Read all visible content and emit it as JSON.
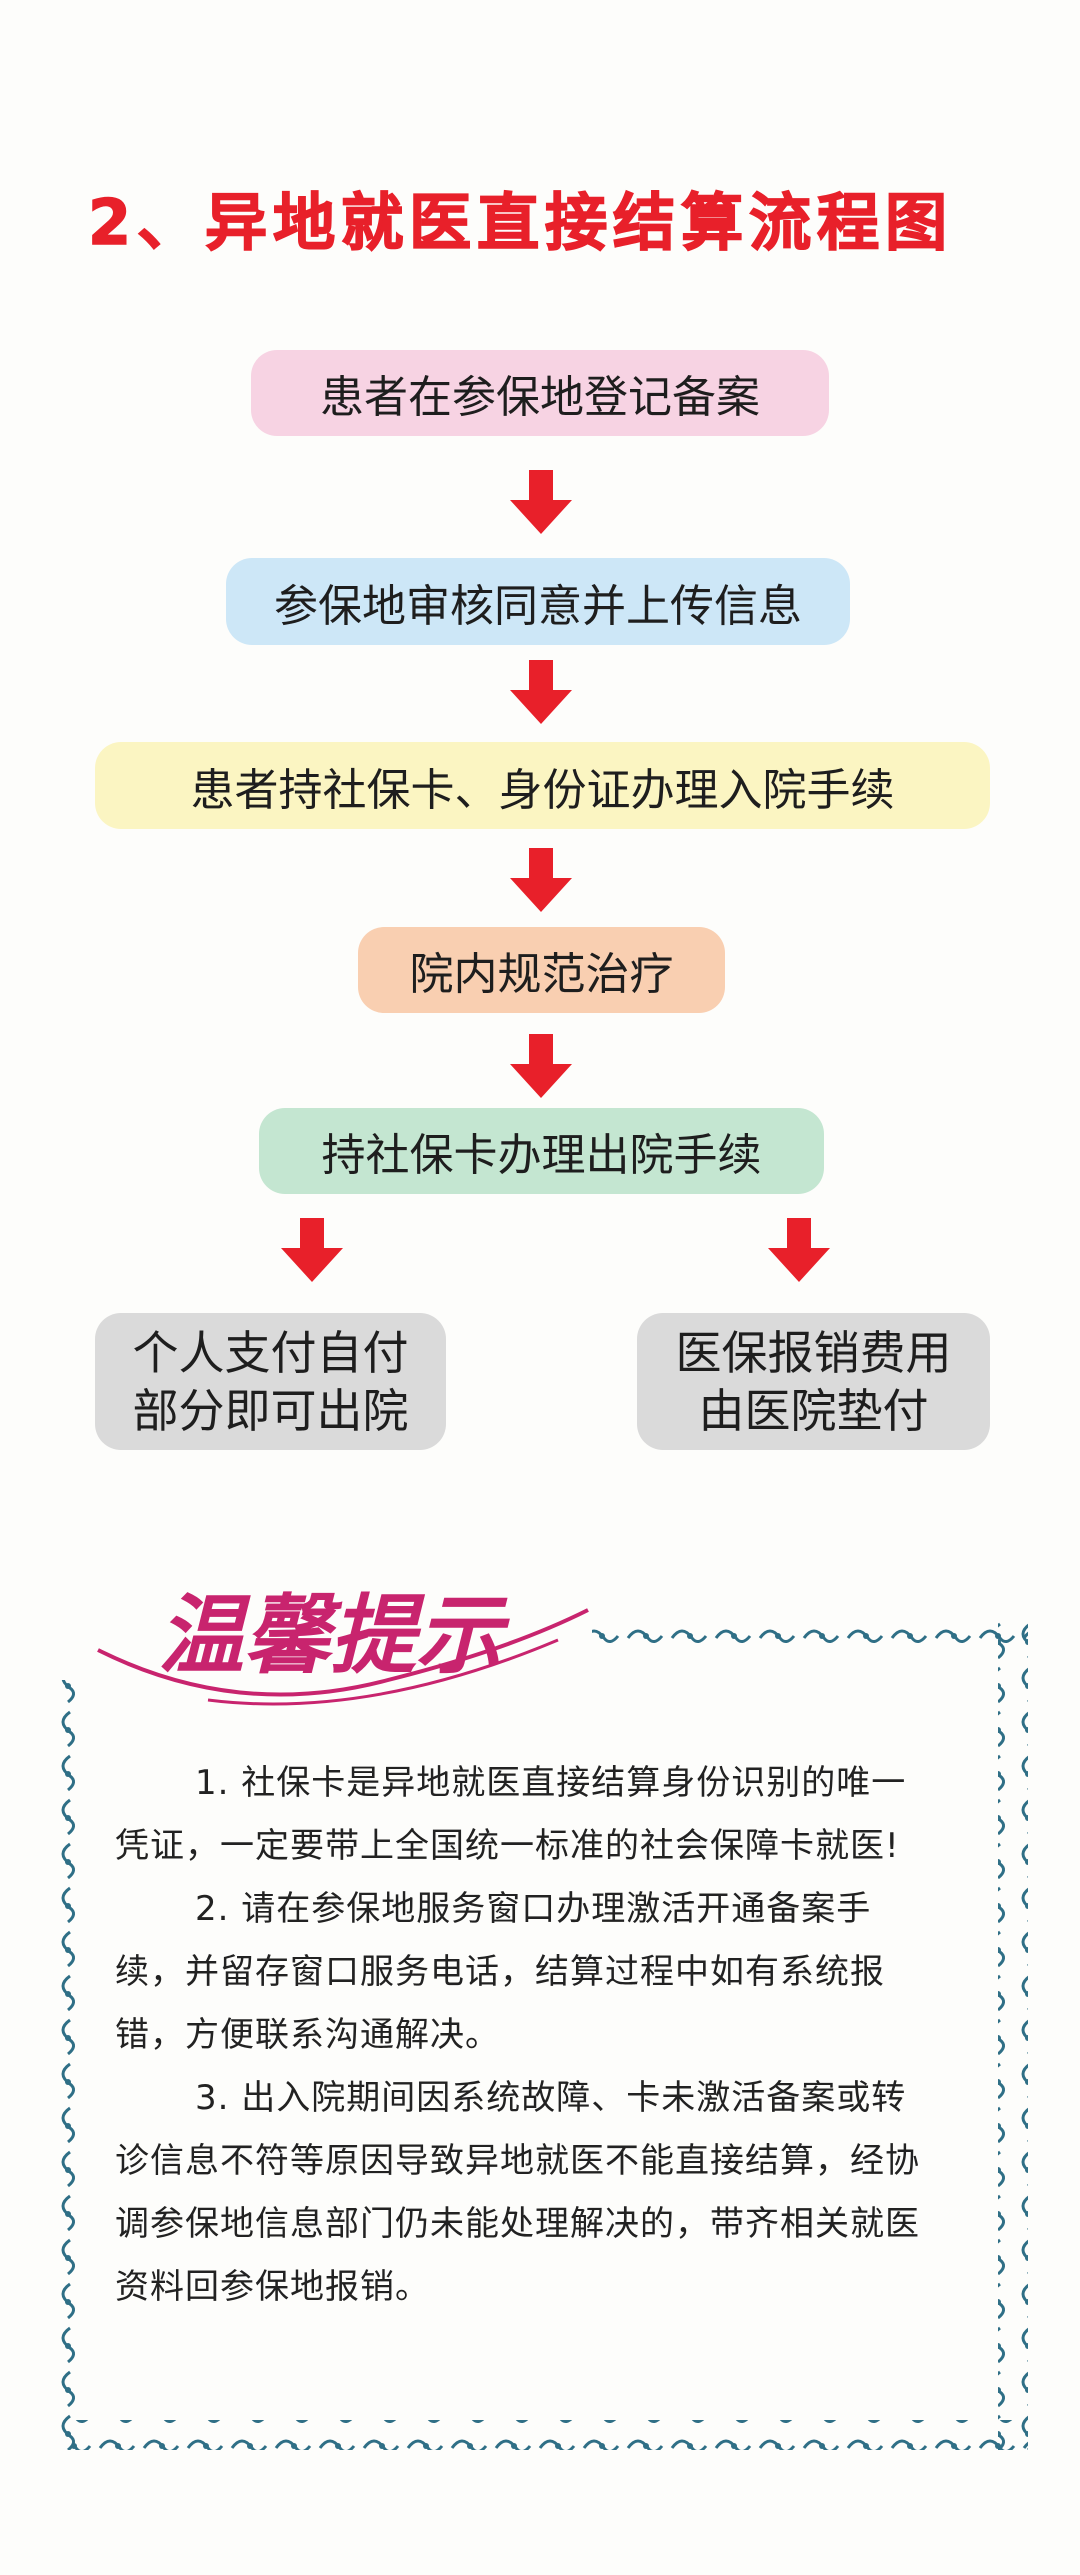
{
  "title": "2、异地就医直接结算流程图",
  "flow": {
    "steps": [
      "患者在参保地登记备案",
      "参保地审核同意并上传信息",
      "患者持社保卡、身份证办理入院手续",
      "院内规范治疗",
      "持社保卡办理出院手续"
    ],
    "outcomes": [
      {
        "line1": "个人支付自付",
        "line2": "部分即可出院"
      },
      {
        "line1": "医保报销费用",
        "line2": "由医院垫付"
      }
    ]
  },
  "tips": {
    "heading": "温馨提示",
    "lines": [
      "1.  社保卡是异地就医直接结算身份识别的唯一",
      "凭证，一定要带上全国统一标准的社会保障卡就医!",
      "2.  请在参保地服务窗口办理激活开通备案手",
      "续，并留存窗口服务电话，结算过程中如有系统报",
      "错，方便联系沟通解决。",
      "3.  出入院期间因系统故障、卡未激活备案或转",
      "诊信息不符等原因导致异地就医不能直接结算，经协",
      "调参保地信息部门仍未能处理解决的，带齐相关就医",
      "资料回参保地报销。"
    ]
  },
  "colors": {
    "title": "#e8202a",
    "arrow": "#e8202a",
    "step1": "#f7d3e3",
    "step2": "#cde7f7",
    "step3": "#fbf5c2",
    "step4": "#f9cfb1",
    "step5": "#c4e6d1",
    "outcome": "#dadada",
    "tips_heading": "#c8246e",
    "frame": "#2f6f86"
  }
}
